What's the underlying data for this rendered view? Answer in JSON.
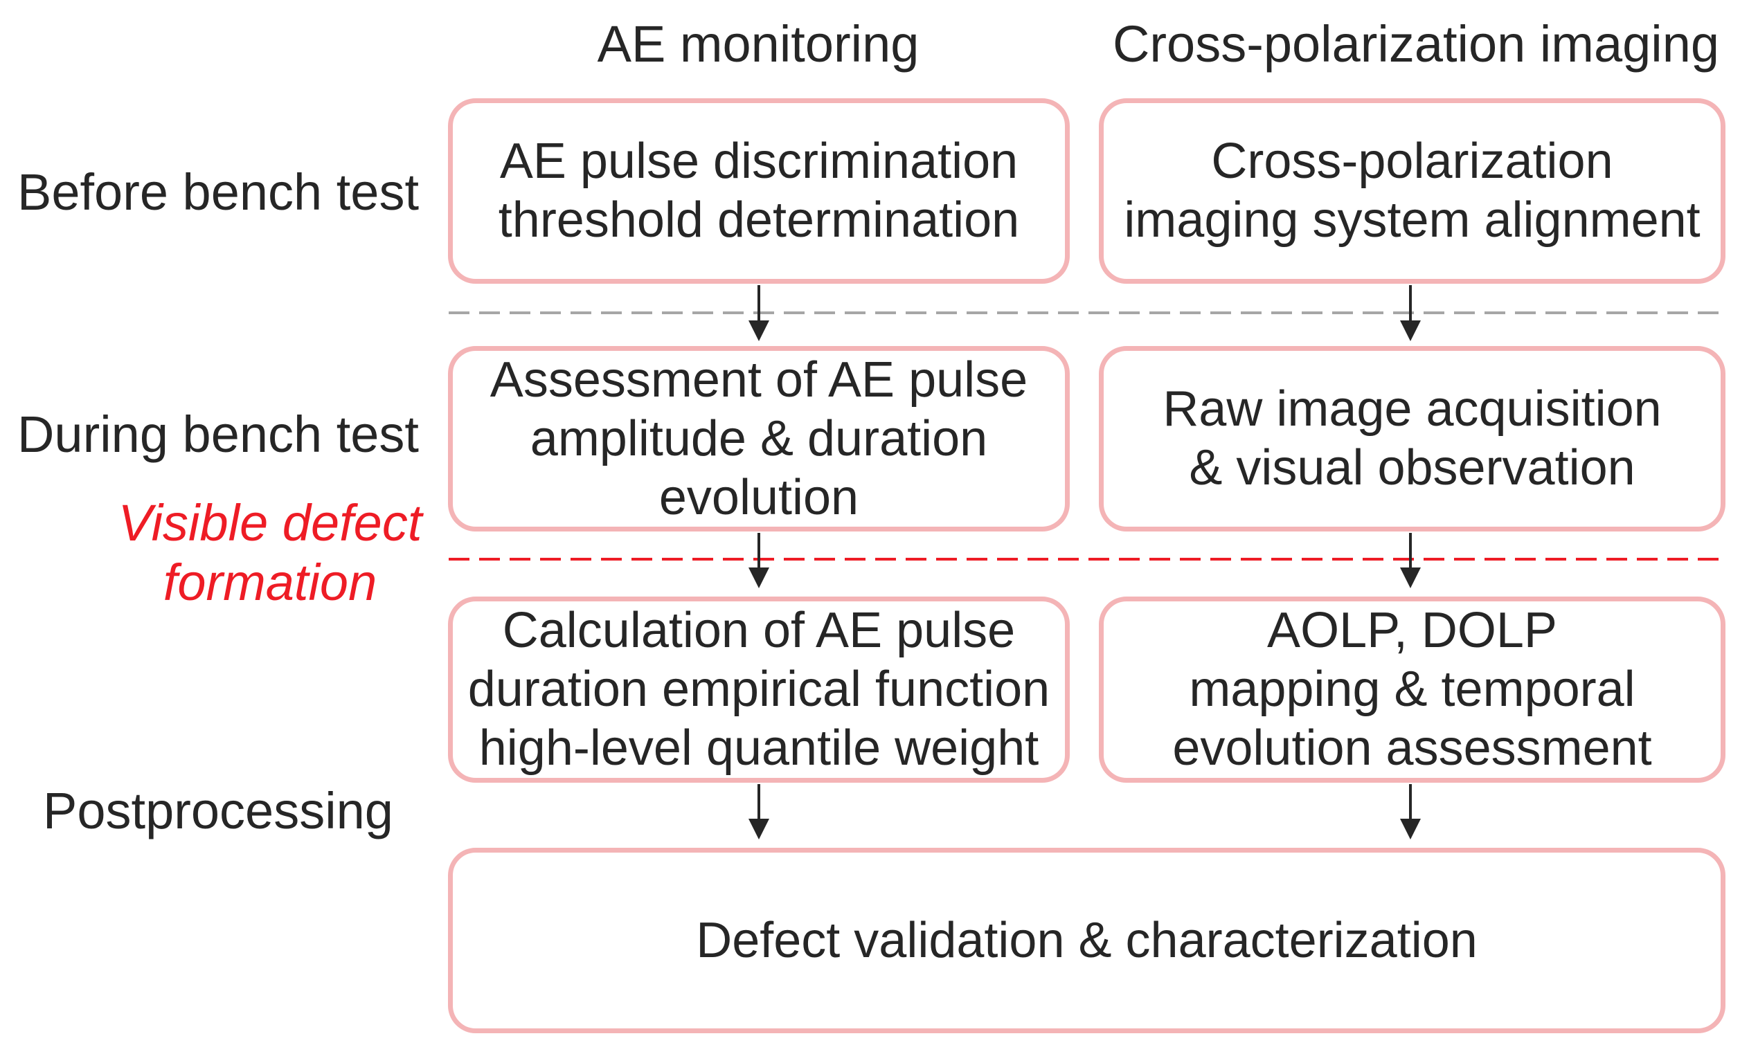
{
  "columns": {
    "ae": "AE monitoring",
    "cp": "Cross-polarization imaging"
  },
  "rows": {
    "before": "Before bench test",
    "during": "During bench test",
    "post": "Postprocessing"
  },
  "event": {
    "line1": "Visible defect",
    "line2": "formation"
  },
  "boxes": {
    "ae_before": [
      "AE pulse discrimination",
      "threshold determination"
    ],
    "cp_before": [
      "Cross-polarization",
      "imaging system alignment"
    ],
    "ae_during": [
      "Assessment of AE pulse",
      "amplitude & duration",
      "evolution"
    ],
    "cp_during": [
      "Raw image acquisition",
      "& visual observation"
    ],
    "ae_post": [
      "Calculation of AE pulse",
      "duration empirical function",
      "high-level quantile weight"
    ],
    "cp_post": [
      "AOLP, DOLP",
      "mapping & temporal",
      "evolution assessment"
    ],
    "final": [
      "Defect validation & characterization"
    ]
  },
  "colors": {
    "box_border": "#f4b4b6",
    "event_text": "#ee1c25",
    "event_line": "#ee1c25",
    "phase_line": "#a6a6a6",
    "arrow": "#262626",
    "text": "#262626"
  }
}
